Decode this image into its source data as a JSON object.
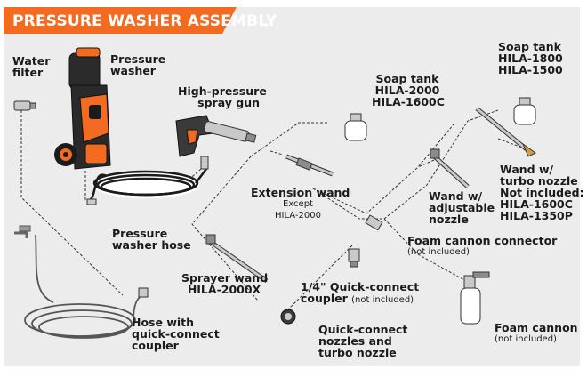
{
  "title": "PRESSURE WASHER ASSEMBLY",
  "colors": {
    "accent": "#f26b21",
    "panel": "#ececec",
    "ink": "#1b1b1b"
  },
  "labels": {
    "water_filter": [
      "Water",
      "filter"
    ],
    "pressure_washer": [
      "Pressure",
      "washer"
    ],
    "spray_gun": [
      "High-pressure",
      "spray gun"
    ],
    "soap_tank_2000": [
      "Soap tank",
      "HILA-2000",
      "HILA-1600C"
    ],
    "soap_tank_1800": [
      "Soap tank",
      "HILA-1800",
      "HILA-1500"
    ],
    "extension_wand": {
      "name": "Extension wand",
      "note": [
        "Except",
        "HILA-2000"
      ]
    },
    "wand_adjustable": [
      "Wand w/",
      "adjustable",
      "nozzle"
    ],
    "wand_turbo": [
      "Wand w/",
      "turbo nozzle",
      "Not included:",
      "HILA-1600C",
      "HILA-1350P"
    ],
    "pressure_hose": [
      "Pressure",
      "washer hose"
    ],
    "foam_connector": {
      "name": "Foam cannon connector",
      "note": "(not included)"
    },
    "sprayer_wand": [
      "Sprayer wand",
      "HILA-2000X"
    ],
    "quick_coupler": {
      "name": "1/4\" Quick-connect",
      "name2": "coupler",
      "note": "(not included)"
    },
    "garden_hose": [
      "Hose with",
      "quick-connect",
      "coupler"
    ],
    "nozzles": [
      "Quick-connect",
      "nozzles and",
      "turbo nozzle"
    ],
    "foam_cannon": {
      "name": "Foam cannon",
      "note": "(not included)"
    }
  }
}
